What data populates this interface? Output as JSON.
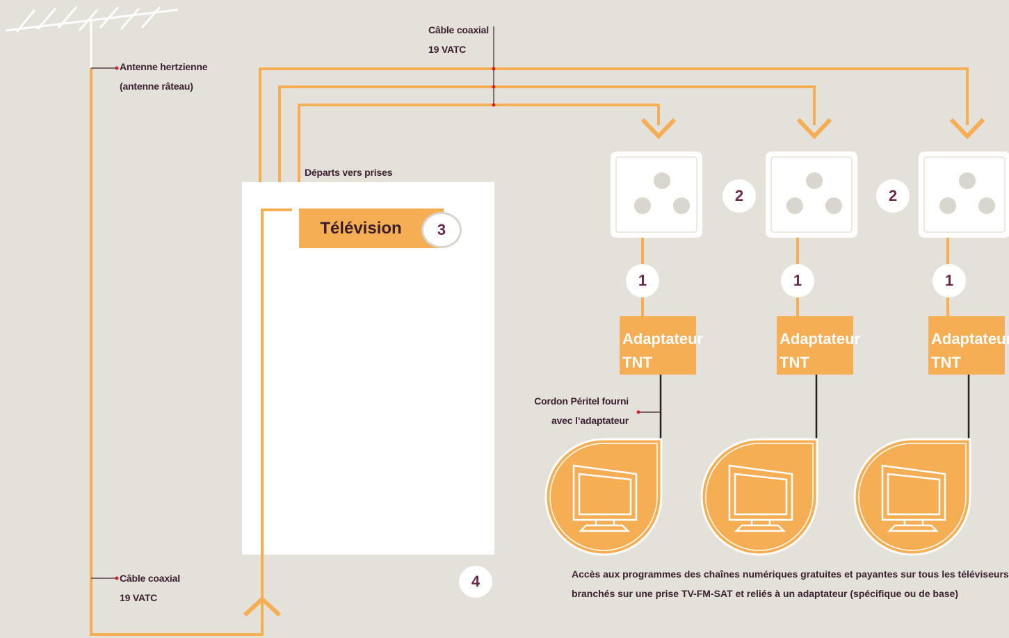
{
  "labels": {
    "cable_top_line1": "Câble coaxial",
    "cable_top_line2": "19 VATC",
    "antenna_line1": "Antenne hertzienne",
    "antenna_line2": "(antenne râteau)",
    "departs": "Départs vers prises",
    "cordon_line1": "Cordon Péritel fourni",
    "cordon_line2": "avec l’adaptateur",
    "cable_bottom_line1": "Câble coaxial",
    "cable_bottom_line2": "19 VATC"
  },
  "television": {
    "title": "Télévision",
    "number": "3"
  },
  "bottom_number": "4",
  "outlets": [
    {
      "socket_number": "2",
      "cord_number": "1",
      "adapter_line1": "Adaptateur",
      "adapter_line2": "TNT"
    },
    {
      "socket_number": "2",
      "cord_number": "1",
      "adapter_line1": "Adaptateur",
      "adapter_line2": "TNT"
    },
    {
      "socket_number": "",
      "cord_number": "1",
      "adapter_line1": "Adaptateur",
      "adapter_line2": "TNT"
    }
  ],
  "caption": {
    "line1": "Accès aux programmes des chaînes numériques gratuites et payantes sur tous les téléviseurs",
    "line2": "branchés sur une prise TV-FM-SAT et reliés à un adaptateur (spécifique ou de base)"
  },
  "colors": {
    "background": "#e4e0da",
    "cable": "#f6ae55",
    "accent_dot": "#d0202a",
    "text": "#3b2030"
  }
}
